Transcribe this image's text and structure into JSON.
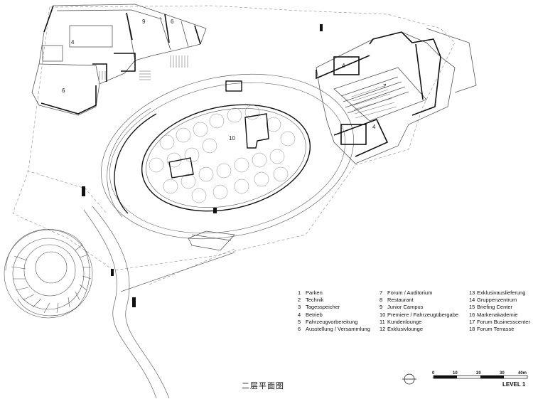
{
  "room_labels": {
    "r4_left": "4",
    "r4_right_top": "4",
    "r4_right_bottom": "4",
    "r6_left": "6",
    "r6_top": "6",
    "r7": "7",
    "r9": "9",
    "r10": "10"
  },
  "legend": {
    "col1": [
      {
        "num": "1",
        "label": "Parken"
      },
      {
        "num": "2",
        "label": "Technik"
      },
      {
        "num": "3",
        "label": "Tagesspeicher"
      },
      {
        "num": "4",
        "label": "Betrieb"
      },
      {
        "num": "5",
        "label": "Fahrzeugvorbereitung"
      },
      {
        "num": "6",
        "label": "Ausstellung / Versammlung"
      }
    ],
    "col2": [
      {
        "num": "7",
        "label": "Forum / Auditorium"
      },
      {
        "num": "8",
        "label": "Restaurant"
      },
      {
        "num": "9",
        "label": "Junior Campus"
      },
      {
        "num": "10",
        "label": "Premiere / Fahrzeugübergabe"
      },
      {
        "num": "11",
        "label": "Kundenlounge"
      },
      {
        "num": "12",
        "label": "Exklusivlounge"
      }
    ],
    "col3": [
      {
        "num": "13",
        "label": "Exklusivauslieferung"
      },
      {
        "num": "14",
        "label": "Gruppenzentrum"
      },
      {
        "num": "15",
        "label": "Briefing Center"
      },
      {
        "num": "16",
        "label": "Markenakademie"
      },
      {
        "num": "17",
        "label": "Forum Businesscenter"
      },
      {
        "num": "18",
        "label": "Forum Terrasse"
      }
    ]
  },
  "caption": "二层平面图",
  "level_label": "LEVEL 1",
  "scale_bar": {
    "ticks": [
      "0",
      "10",
      "20",
      "30",
      "40m"
    ]
  }
}
